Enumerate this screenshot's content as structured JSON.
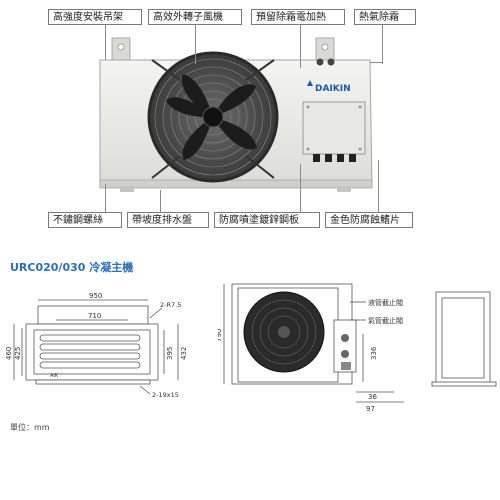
{
  "callouts_top": [
    {
      "label": "高強度安裝吊架"
    },
    {
      "label": "高效外轉子風機"
    },
    {
      "label": "預留除霜電加熱"
    },
    {
      "label": "熱氣除霜"
    }
  ],
  "callouts_bottom": [
    {
      "label": "不鏽鋼螺絲"
    },
    {
      "label": "帶坡度排水盤"
    },
    {
      "label": "防腐噴塗鍍鋅鋼板"
    },
    {
      "label": "金色防腐蝕鰭片"
    }
  ],
  "product": {
    "brand": "DAIKIN"
  },
  "section": {
    "title": "URC020/030 冷凝主機"
  },
  "drawing_left": {
    "dim_950": "950",
    "dim_710": "710",
    "dim_r75": "2-R7.5",
    "dim_460": "460",
    "dim_425": "425",
    "dim_395": "395",
    "dim_432": "432",
    "dim_holes": "2-19x15",
    "logo": "AIK"
  },
  "drawing_right": {
    "dim_790": "790",
    "dim_336": "336",
    "dim_36": "36",
    "dim_97": "97",
    "label_liquid": "液管截止閥",
    "label_gas": "氣管截止閥"
  },
  "unit_note": "單位：mm",
  "colors": {
    "title_blue": "#2f6fb3",
    "unit_body": "#e9e9e7",
    "line": "#555555"
  }
}
